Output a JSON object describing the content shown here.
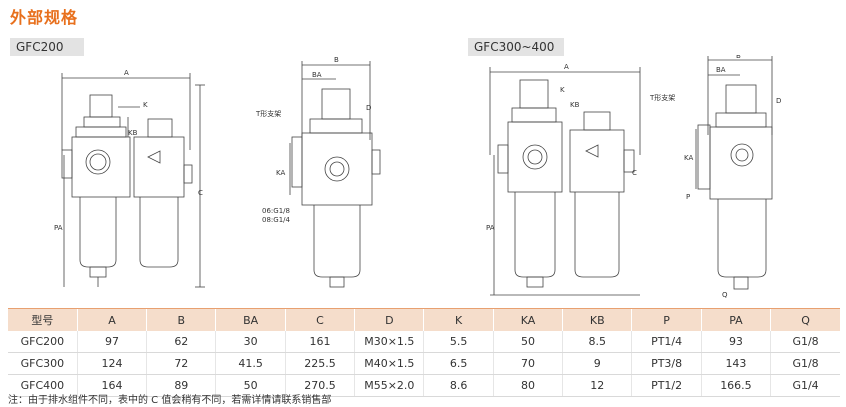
{
  "title": "外部规格",
  "sections": {
    "left_tag": "GFC200",
    "right_tag": "GFC300~400"
  },
  "dims": {
    "A": "A",
    "B": "B",
    "BA": "BA",
    "C": "C",
    "D": "D",
    "K": "K",
    "KB": "KB",
    "KA": "KA",
    "PA": "PA",
    "P": "P",
    "Q": "Q",
    "bracket": "T形支架",
    "port1": "06:G1/8",
    "port2": "08:G1/4"
  },
  "table": {
    "headers": [
      "型号",
      "A",
      "B",
      "BA",
      "C",
      "D",
      "K",
      "KA",
      "KB",
      "P",
      "PA",
      "Q"
    ],
    "rows": [
      [
        "GFC200",
        "97",
        "62",
        "30",
        "161",
        "M30×1.5",
        "5.5",
        "50",
        "8.5",
        "PT1/4",
        "93",
        "G1/8"
      ],
      [
        "GFC300",
        "124",
        "72",
        "41.5",
        "225.5",
        "M40×1.5",
        "6.5",
        "70",
        "9",
        "PT3/8",
        "143",
        "G1/8"
      ],
      [
        "GFC400",
        "164",
        "89",
        "50",
        "270.5",
        "M55×2.0",
        "8.6",
        "80",
        "12",
        "PT1/2",
        "166.5",
        "G1/4"
      ]
    ]
  },
  "note": "注：由于排水组件不同，表中的 C 值会稍有不同，若需详情请联系销售部",
  "colors": {
    "accent": "#e8701d",
    "header_bg": "#f5ddcb"
  }
}
